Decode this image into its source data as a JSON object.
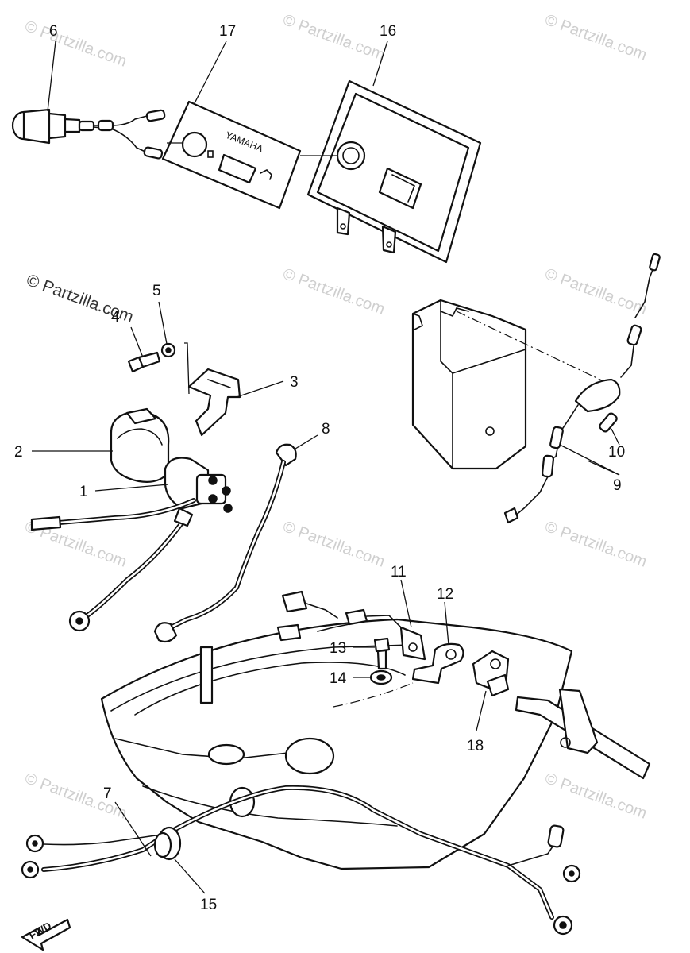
{
  "watermark": "© Partzilla.com",
  "labels": {
    "ignition_cover": "YAMAHA",
    "arrow": "FWD"
  },
  "callouts": [
    {
      "id": "c1",
      "text": "1"
    },
    {
      "id": "c2",
      "text": "2"
    },
    {
      "id": "c3",
      "text": "3"
    },
    {
      "id": "c4",
      "text": "4"
    },
    {
      "id": "c5",
      "text": "5"
    },
    {
      "id": "c6",
      "text": "6"
    },
    {
      "id": "c7",
      "text": "7"
    },
    {
      "id": "c8",
      "text": "8"
    },
    {
      "id": "c9",
      "text": "9"
    },
    {
      "id": "c10",
      "text": "10"
    },
    {
      "id": "c11",
      "text": "11"
    },
    {
      "id": "c12",
      "text": "12"
    },
    {
      "id": "c13",
      "text": "13"
    },
    {
      "id": "c14",
      "text": "14"
    },
    {
      "id": "c15",
      "text": "15"
    },
    {
      "id": "c16",
      "text": "16"
    },
    {
      "id": "c17",
      "text": "17"
    },
    {
      "id": "c18",
      "text": "18"
    }
  ]
}
